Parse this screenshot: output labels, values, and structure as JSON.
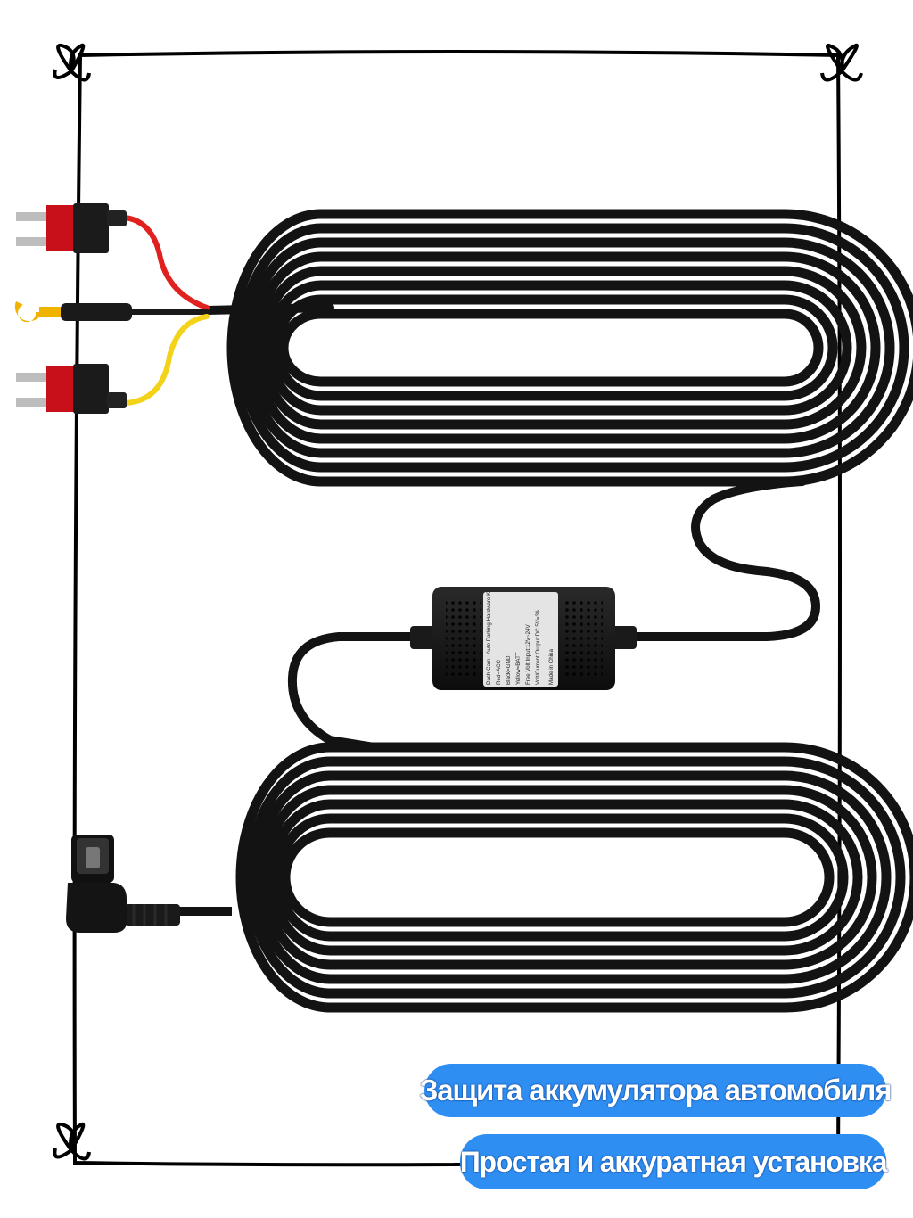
{
  "banners": {
    "line1": "Защита аккумулятора автомобиля",
    "line2": "Простая и аккуратная установка"
  },
  "module_label": {
    "lines": [
      "Dash Cam · Auto Parking Hardware K",
      "Red=ACC",
      "Black=GND",
      "Yellow=BATT",
      "Free Volt Input:12V~24V",
      "Volt/Current Output:DC 5V=3A",
      "Made in China"
    ]
  },
  "colors": {
    "banner": "#2f8ef2",
    "cable": "#111111",
    "wire_red": "#e0211f",
    "wire_yellow": "#f3d21a",
    "fuse_red": "#c8101a",
    "terminal_yellow": "#f0b400",
    "frame": "#000000"
  },
  "icons": [
    "frame-corner-knot-icon",
    "fuse-tap-icon",
    "ring-terminal-icon",
    "usb-c-connector-icon"
  ]
}
